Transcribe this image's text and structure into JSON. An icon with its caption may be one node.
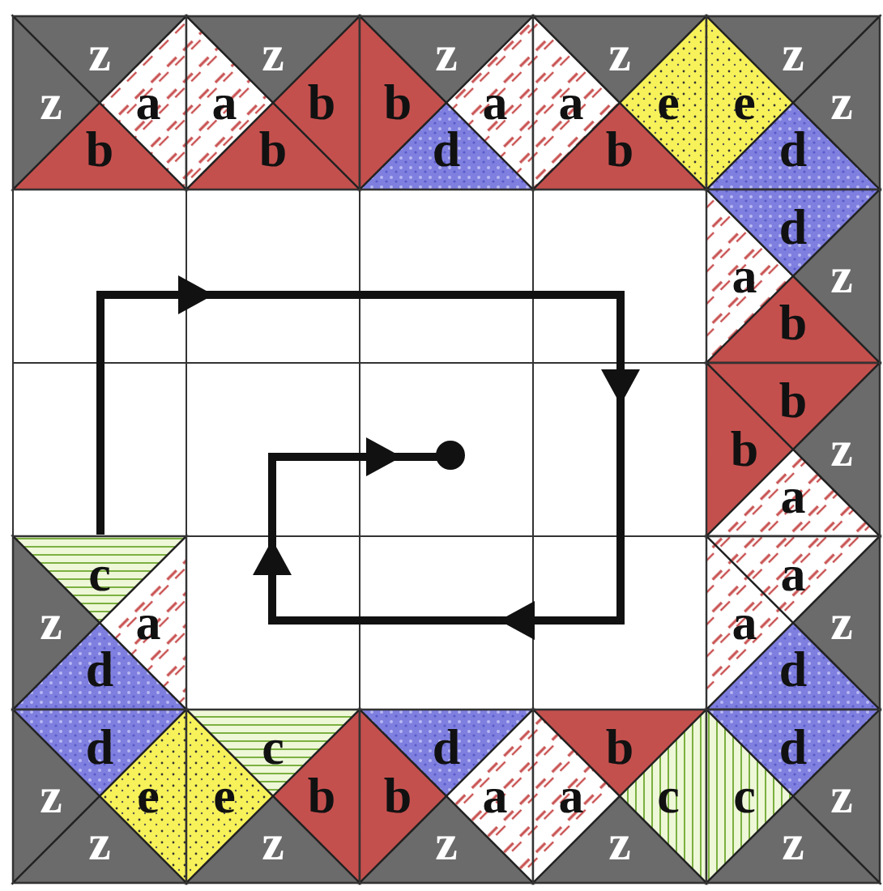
{
  "diagram": {
    "labels": [
      "z",
      "z",
      "a",
      "b",
      "z",
      "a",
      "b",
      "b",
      "z",
      "b",
      "a",
      "d",
      "z",
      "a",
      "e",
      "b",
      "z",
      "e",
      "z",
      "d",
      "d",
      "a",
      "z",
      "b",
      "b",
      "b",
      "z",
      "a",
      "c",
      "z",
      "a",
      "d",
      "a",
      "a",
      "z",
      "d",
      "d",
      "z",
      "e",
      "z",
      "c",
      "e",
      "b",
      "z",
      "d",
      "b",
      "a",
      "z",
      "b",
      "a",
      "c",
      "z",
      "d",
      "c",
      "z",
      "z"
    ]
  }
}
